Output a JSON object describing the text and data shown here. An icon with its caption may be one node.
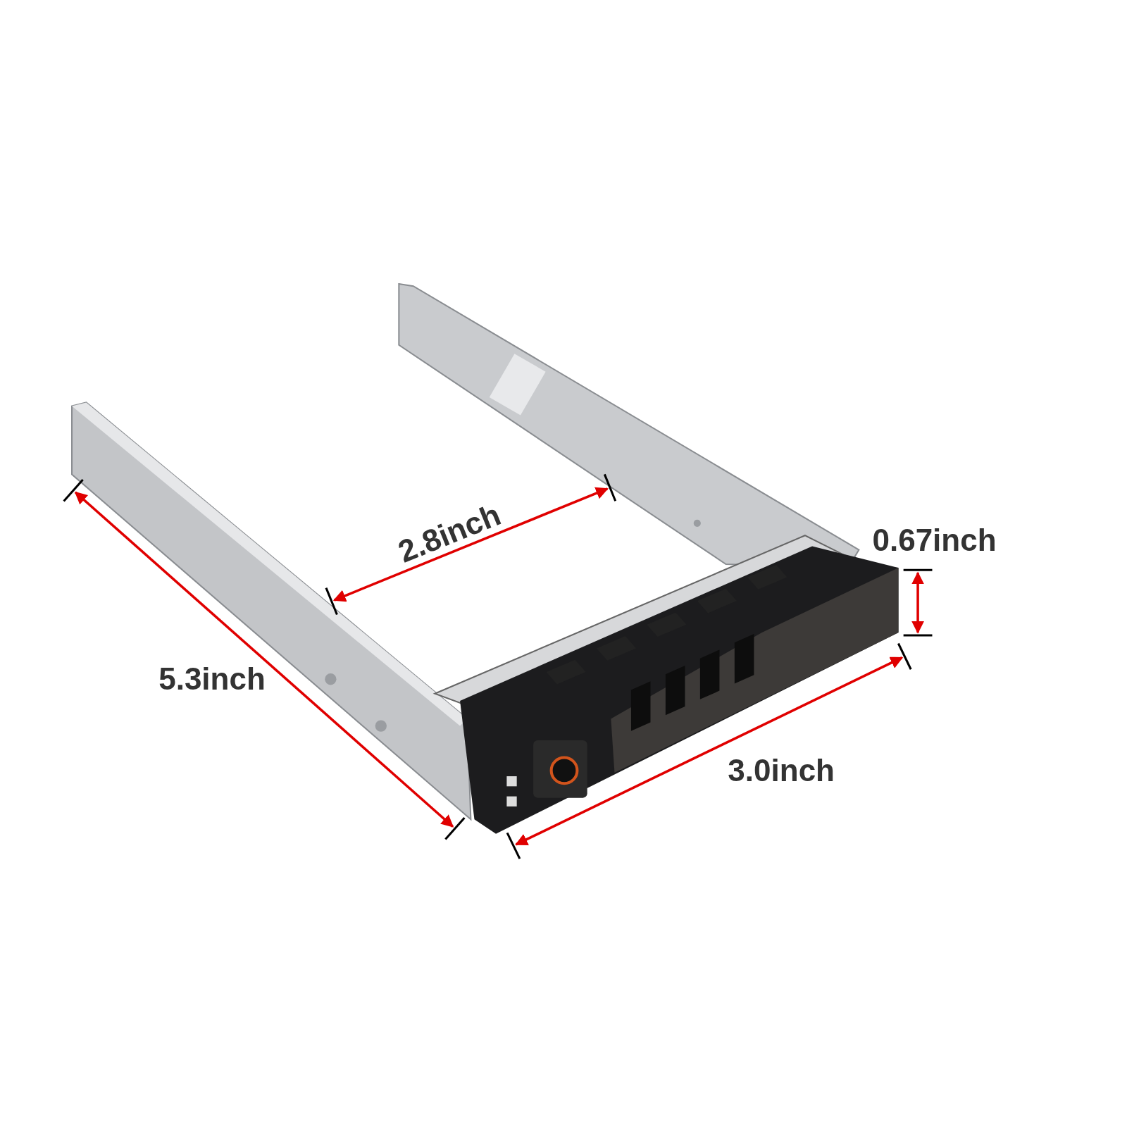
{
  "diagram": {
    "labels": [
      "2.8inch",
      "0.67inch",
      "5.3inch",
      "3.0inch"
    ]
  }
}
